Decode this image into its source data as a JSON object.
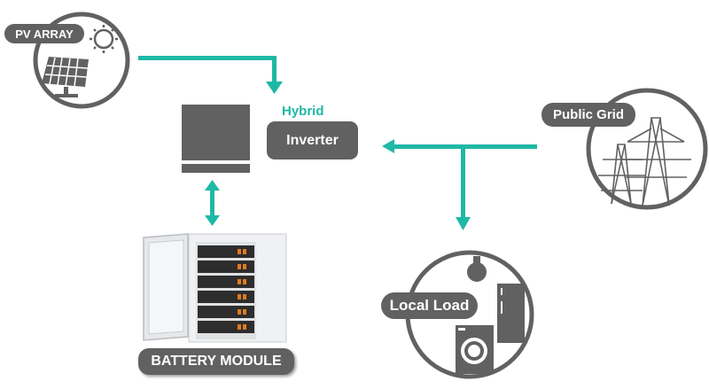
{
  "title": "Hybrid inverter energy system diagram",
  "colors": {
    "accent": "#1fb8a6",
    "icon": "#616161"
  },
  "nodes": {
    "pv_array": {
      "label": "PV ARRAY",
      "icon": "solar-panel-sun-icon"
    },
    "inverter": {
      "top_label": "Hybrid",
      "label": "Inverter",
      "icon": "inverter-box-icon"
    },
    "public_grid": {
      "label": "Public Grid",
      "icon": "transmission-tower-icon"
    },
    "battery": {
      "label": "BATTERY MODULE",
      "icon": "battery-cabinet-icon"
    },
    "local_load": {
      "label": "Local Load",
      "icon": "household-appliances-icon"
    }
  },
  "flows": [
    {
      "from": "PV ARRAY",
      "to": "Inverter",
      "direction": "one-way"
    },
    {
      "from": "Public Grid",
      "to": "Inverter",
      "direction": "one-way"
    },
    {
      "from": "Public Grid",
      "to": "Local Load",
      "direction": "one-way"
    },
    {
      "from": "Inverter",
      "to": "BATTERY MODULE",
      "direction": "two-way"
    }
  ]
}
